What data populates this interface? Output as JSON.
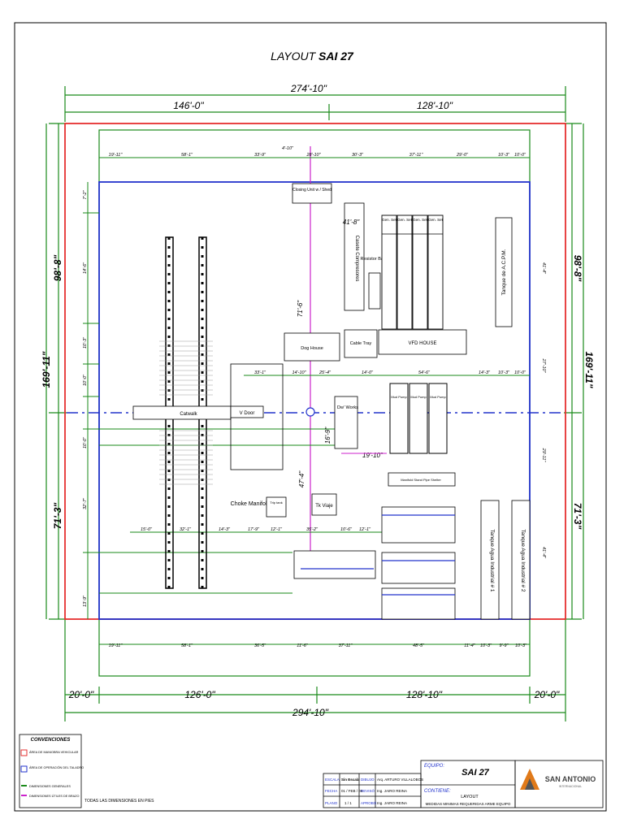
{
  "title": {
    "prefix": "LAYOUT ",
    "name": "SAI 27"
  },
  "dims": {
    "top_total": "274'-10\"",
    "top_left": "146'-0\"",
    "top_right": "128'-10\"",
    "bottom_total": "294'-10\"",
    "bottom_l1": "20'-0\"",
    "bottom_l2": "126'-0\"",
    "bottom_r1": "128'-10\"",
    "bottom_r2": "20'-0\"",
    "left_top": "98'-8\"",
    "left_mid": "169'-11\"",
    "left_bot": "71'-3\"",
    "right_top": "98'-8\"",
    "right_mid": "169'-11\"",
    "right_bot": "71'-3\"",
    "inner_top": [
      "19'-11\"",
      "58'-1\"",
      "33'-9\"",
      "4'-10\"",
      "28'-10\"",
      "30'-3\"",
      "37'-11\"",
      "29'-0\"",
      "10'-3\"",
      "10'-0\""
    ],
    "inner_bottom": [
      "19'-11\"",
      "58'-1\"",
      "36'-5\"",
      "11'-6\"",
      "37'-11\"",
      "48'-5\"",
      "11'-4\"",
      "10'-3\"",
      "9'-9\"",
      "10'-3\""
    ],
    "mid_row": [
      "33'-1\"",
      "14'-10\"",
      "25'-4\"",
      "14'-0\"",
      "54'-6\"",
      "14'-3\"",
      "10'-3\"",
      "10'-0\""
    ],
    "low_row": [
      "15'-0\"",
      "32'-1\"",
      "14'-3\"",
      "17'-9\"",
      "12'-1\"",
      "35'-2\"",
      "10'-6\"",
      "12'-1\""
    ],
    "v_main": "71'-6\"",
    "v_mid": "16'-9\"",
    "v_low": "47'-4\"",
    "v_19": "19'-10\"",
    "gen_41": "41'-8\"",
    "v_right": [
      "41'-4\"",
      "27'-10\"",
      "29'-11\"",
      "41'-4\""
    ],
    "v_left": [
      "7'-2\"",
      "14'-6\"",
      "10'-3\"",
      "10'-0\"",
      "10'-0\"",
      "32'-7\"",
      "13'-9\""
    ]
  },
  "labels": {
    "closing_unit": "Closing Unit w / Shed",
    "cassette": "Casete Compresores",
    "resistor": "Resistor Banks",
    "gen": [
      "Gen. Set",
      "Gen. Set",
      "Gen. Set",
      "Gen. Set"
    ],
    "tanque_acpm": "Tanque de A.C.P.M.",
    "dog_house": "Dog House",
    "cable_tray": "Cable Tray",
    "vfd": "VFD HOUSE",
    "dw": "Dw' Works",
    "catwalk": "Catwalk",
    "v_door": "V Door",
    "pumps": [
      "Mud Pump",
      "Mud Pump",
      "Mud Pump"
    ],
    "manifold": "Manifold Stand Pipe Shelter",
    "choke": "Choke Manifold",
    "trip": "Trip tank",
    "tk_viaje": "Tk Viaje",
    "agua1": "Tanque Agua Industrial # 1",
    "agua2": "Tanque Agua Industrial # 2"
  },
  "legend": {
    "heading": "CONVENCIONES",
    "items": [
      {
        "label": "ÁREA DE MANIOBRA VEHICULAR",
        "color": "#e53030"
      },
      {
        "label": "ÁREA DE OPERACIÓN DEL TALADRO",
        "color": "#2233cc"
      },
      {
        "label": "DIMENSIONES GENERALES",
        "color": "#1a8a1a"
      },
      {
        "label": "DIMENSIONES ÚTILES DE BRAZO",
        "color": "#cc22cc"
      }
    ],
    "note": "TODAS LAS DIMENSIONES EN PIES"
  },
  "title_block": {
    "escala_k": "ESCALA",
    "escala_v": "Sin Escala",
    "dibujo_k": "DIBUJO",
    "dibujo_v": "Arq. ARTURO VILLALOBOS",
    "fecha_k": "FECHA",
    "fecha_v": "01 / FEB / 08",
    "reviso_k": "REVISÓ",
    "reviso_v": "Ing. JAIRO REINA",
    "plano_k": "PLANO",
    "plano_v": "1 / 1",
    "aprobo_k": "APROBÓ",
    "aprobo_v": "Ing. JAIRO REINA",
    "equipo_k": "EQUIPO:",
    "equipo_v": "SAI 27",
    "contiene_k": "CONTIENE:",
    "contiene_v": "LAYOUT",
    "contiene_sub": "MEDIDAS MINIMAS REQUERIDAS ARME EQUIPO",
    "brand": "SAN ANTONIO",
    "brand_sub": "INTERNACIONAL"
  },
  "colors": {
    "red": "#e53030",
    "blue": "#2233cc",
    "green": "#1a8a1a",
    "magenta": "#cc22cc"
  }
}
